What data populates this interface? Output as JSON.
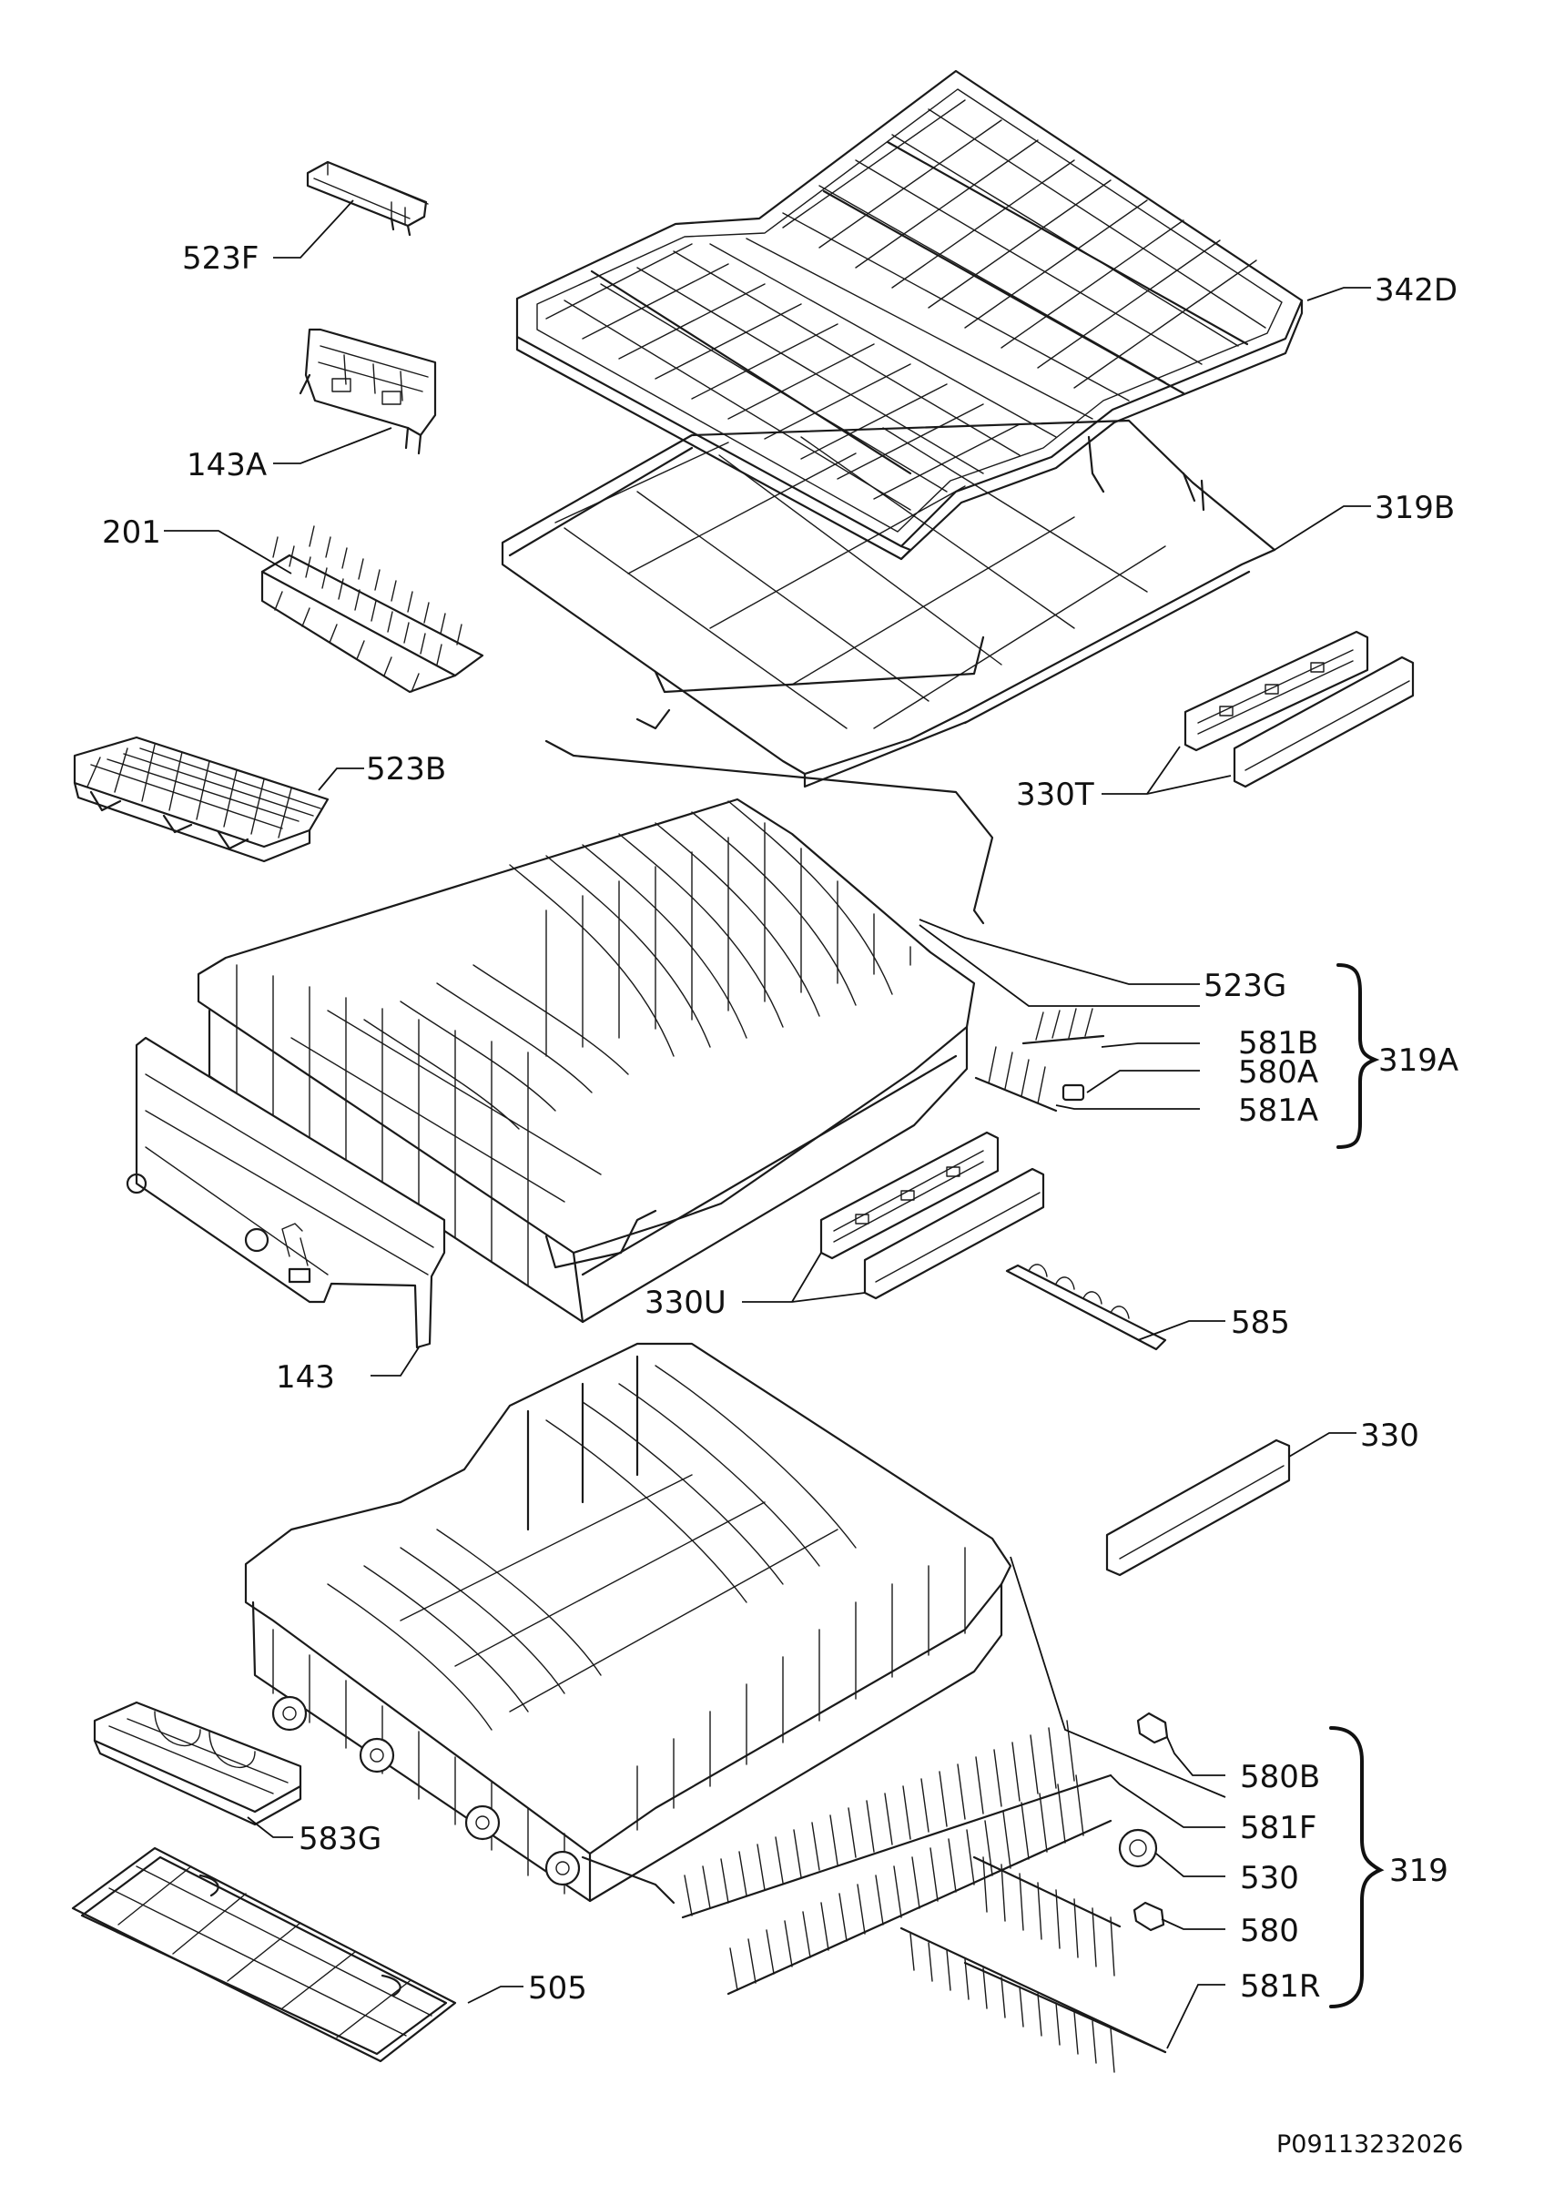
{
  "diagram": {
    "drawing_code": "P09113232026",
    "parts": [
      {
        "id": "523F",
        "label": "523F"
      },
      {
        "id": "143A",
        "label": "143A"
      },
      {
        "id": "201",
        "label": "201"
      },
      {
        "id": "523B",
        "label": "523B"
      },
      {
        "id": "342D",
        "label": "342D"
      },
      {
        "id": "319B",
        "label": "319B"
      },
      {
        "id": "330T",
        "label": "330T"
      },
      {
        "id": "523G",
        "label": "523G"
      },
      {
        "id": "581B",
        "label": "581B"
      },
      {
        "id": "580A",
        "label": "580A"
      },
      {
        "id": "581A",
        "label": "581A"
      },
      {
        "id": "319A",
        "label": "319A"
      },
      {
        "id": "330U",
        "label": "330U"
      },
      {
        "id": "143",
        "label": "143"
      },
      {
        "id": "585",
        "label": "585"
      },
      {
        "id": "330",
        "label": "330"
      },
      {
        "id": "580B",
        "label": "580B"
      },
      {
        "id": "581F",
        "label": "581F"
      },
      {
        "id": "530",
        "label": "530"
      },
      {
        "id": "580",
        "label": "580"
      },
      {
        "id": "581R",
        "label": "581R"
      },
      {
        "id": "319",
        "label": "319"
      },
      {
        "id": "583G",
        "label": "583G"
      },
      {
        "id": "505",
        "label": "505"
      }
    ]
  }
}
